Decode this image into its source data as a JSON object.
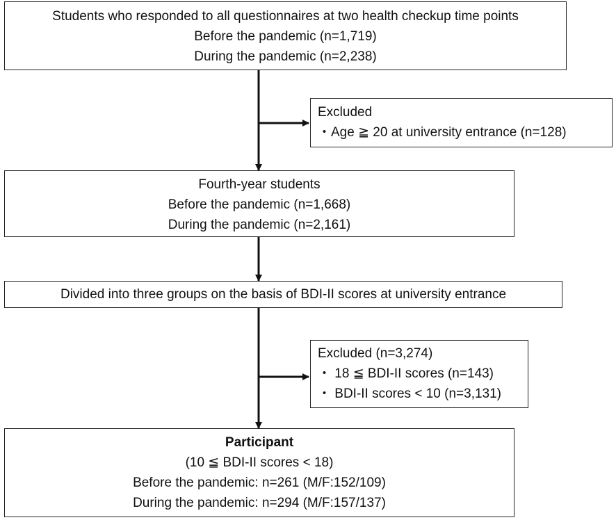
{
  "box1": {
    "title": "Students who responded to all questionnaires at two health checkup time points",
    "line2": "Before the pandemic (n=1,719)",
    "line3": "During the pandemic  (n=2,238)"
  },
  "exclusion1": {
    "title": "Excluded",
    "item1": "・Age ≧ 20 at  university entrance (n=128)"
  },
  "box2": {
    "title": "Fourth-year students",
    "line2": "Before the pandemic (n=1,668)",
    "line3": "During the pandemic  (n=2,161)"
  },
  "box3": {
    "title": "Divided into three groups on the basis of BDI-II scores at university entrance"
  },
  "exclusion2": {
    "title": "Excluded (n=3,274)",
    "item1": "・ 18 ≦ BDI-II scores (n=143)",
    "item2": "・ BDI-II scores < 10 (n=3,131)"
  },
  "box4": {
    "title": "Participant",
    "line2": "(10 ≦ BDI-II scores < 18)",
    "line3": "Before the pandemic: n=261 (M/F:152/109)",
    "line4": "During the pandemic: n=294 (M/F:157/137)"
  }
}
